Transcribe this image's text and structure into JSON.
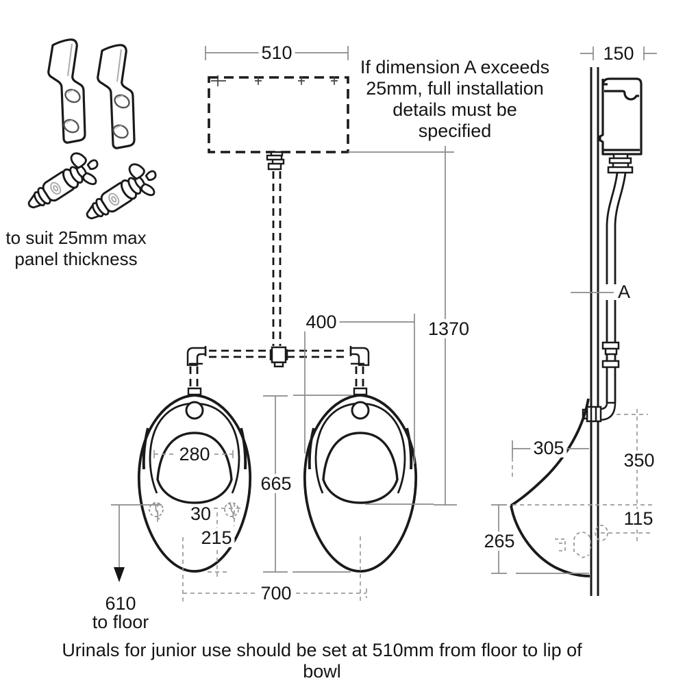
{
  "colors": {
    "ink": "#1a1a1a",
    "dimension_line": "#8a8a8a",
    "detail_dashed": "#9b9b9b",
    "background": "#ffffff"
  },
  "accessories": {
    "note_line1": "to suit 25mm max",
    "note_line2": "panel thickness"
  },
  "installation_note": {
    "line1": "If dimension A exceeds",
    "line2": "25mm, full installation",
    "line3": "details must be",
    "line4": "specified"
  },
  "front_view": {
    "dims": {
      "cistern_width": "510",
      "bowl_width": "400",
      "cistern_to_lip": "1370",
      "bowl_opening": "280",
      "bowl_height": "665",
      "fixing_offset": "30",
      "fixing_centres": "215",
      "bowl_spacing": "700",
      "lip_to_floor": "610",
      "lip_to_floor_suffix": "to floor"
    }
  },
  "side_view": {
    "dims": {
      "panel_width": "150",
      "bowl_projection": "305",
      "inlet_to_lip": "350",
      "lip_to_outlet": "115",
      "lip_to_base": "265",
      "panel_gap_label": "A"
    }
  },
  "caption": "Urinals for junior use should be set at 510mm from floor to lip of bowl"
}
